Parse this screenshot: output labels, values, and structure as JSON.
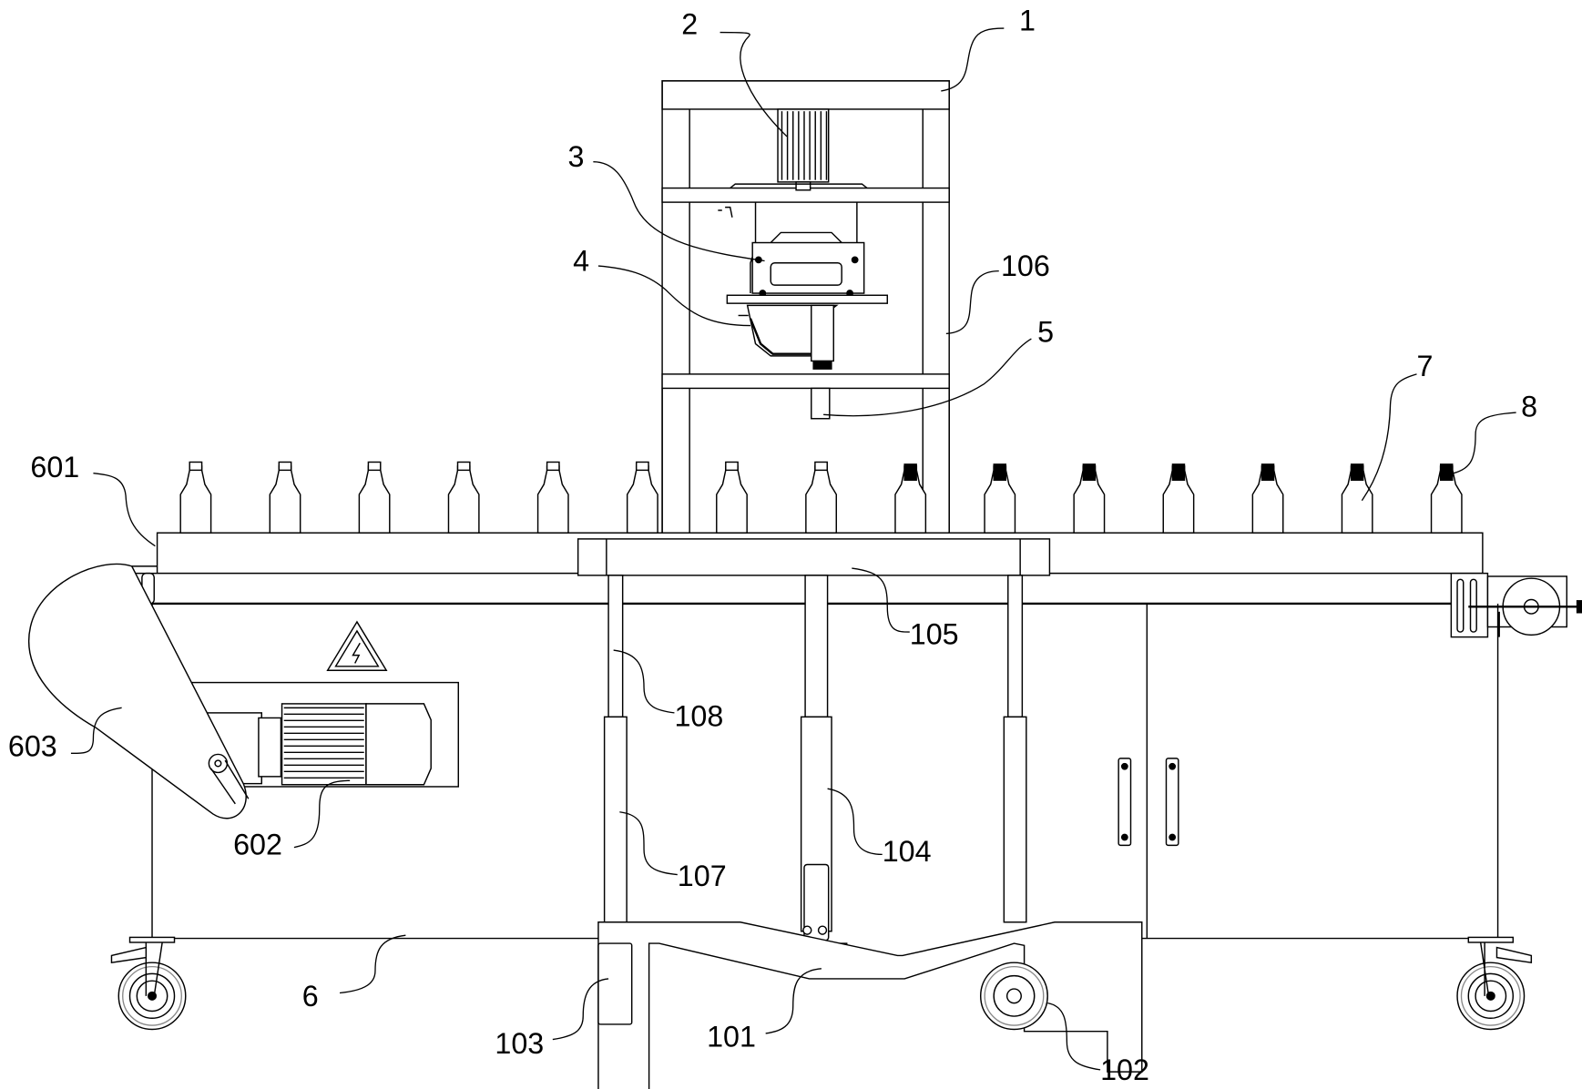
{
  "figure": {
    "type": "patent mechanical drawing (front elevation)",
    "subject": "bottle conveyor with overhead capping/filling frame, lifting legs and mobile cabinet base",
    "background_color": "#ffffff",
    "line_color": "#000000"
  },
  "reference_labels": [
    {
      "id": "1",
      "text": "1",
      "part": "top frame"
    },
    {
      "id": "2",
      "text": "2",
      "part": "motor"
    },
    {
      "id": "3",
      "text": "3",
      "part": "mounting bracket"
    },
    {
      "id": "4",
      "text": "4",
      "part": "tool head"
    },
    {
      "id": "5",
      "text": "5",
      "part": "nozzle"
    },
    {
      "id": "106",
      "text": "106",
      "part": "frame column"
    },
    {
      "id": "7",
      "text": "7",
      "part": "bottle"
    },
    {
      "id": "8",
      "text": "8",
      "part": "bottle cap"
    },
    {
      "id": "601",
      "text": "601",
      "part": "conveyor belt"
    },
    {
      "id": "603",
      "text": "603",
      "part": "belt guard"
    },
    {
      "id": "602",
      "text": "602",
      "part": "drive motor"
    },
    {
      "id": "105",
      "text": "105",
      "part": "cross beam"
    },
    {
      "id": "108",
      "text": "108",
      "part": "inner leg"
    },
    {
      "id": "107",
      "text": "107",
      "part": "outer sleeve"
    },
    {
      "id": "104",
      "text": "104",
      "part": "lifting cylinder"
    },
    {
      "id": "6",
      "text": "6",
      "part": "cabinet base"
    },
    {
      "id": "103",
      "text": "103",
      "part": "support foot"
    },
    {
      "id": "101",
      "text": "101",
      "part": "bottom bracket"
    },
    {
      "id": "102",
      "text": "102",
      "part": "wheel"
    }
  ],
  "bottles": {
    "count": 15,
    "uncapped_count": 8,
    "capped_count": 7
  },
  "warning_sign": {
    "symbol": "high-voltage"
  }
}
